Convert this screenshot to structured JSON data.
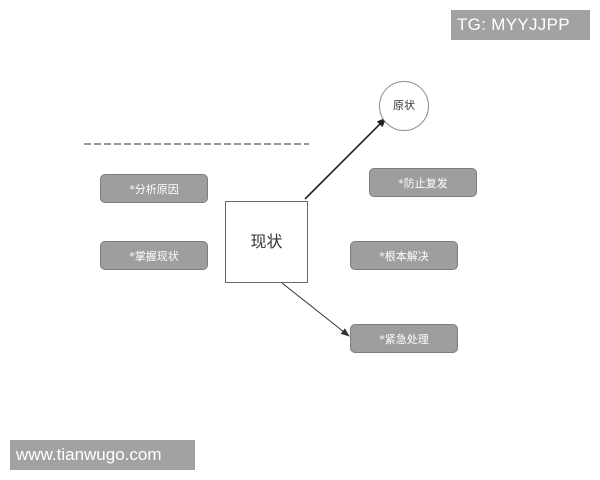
{
  "watermarks": {
    "top": "TG: MYYJJPP",
    "bottom": "www.tianwugo.com"
  },
  "diagram": {
    "center_node": "现状",
    "root_cause_node": "原状",
    "left_steps": [
      "*分析原因",
      "*掌握现状"
    ],
    "right_steps": [
      "*防止复发",
      "*根本解决",
      "*紧急处理"
    ]
  },
  "colors": {
    "pill_fill": "#9e9e9e",
    "pill_border": "#7e7e7e",
    "pill_text": "#ffffff",
    "line": "#333333",
    "watermark_fill": "#a2a2a2"
  }
}
